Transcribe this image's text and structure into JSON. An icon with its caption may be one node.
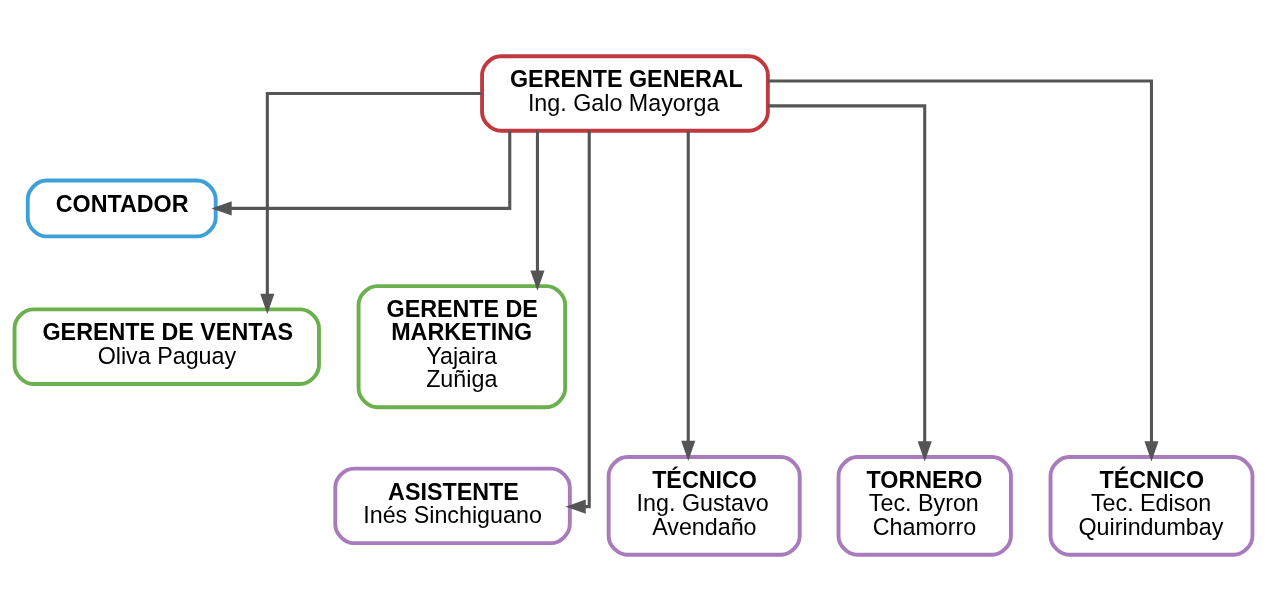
{
  "diagram": {
    "nodes": [
      {
        "text": [
          "GERENTE GENERAL",
          "Ing. Galo Mayorga"
        ]
      },
      {
        "text": [
          "CONTADOR"
        ]
      },
      {
        "text": [
          "GERENTE DE VENTAS",
          "Oliva Paguay"
        ]
      },
      {
        "text": [
          "GERENTE DE MARKETING",
          "Yajaira Zuñiga"
        ]
      },
      {
        "text": [
          "ASISTENTE",
          "Inés Sinchiguano"
        ]
      },
      {
        "text": [
          "TÉCNICO",
          "Ing. Gustavo Avendaño"
        ]
      },
      {
        "text": [
          "TORNERO",
          "Tec. Byron Chamorro"
        ]
      },
      {
        "text": [
          "TÉCNICO",
          "Tec. Edison Quirindumbay"
        ]
      }
    ],
    "edges": [
      {
        "from": 0,
        "to": 1,
        "arrow": "to"
      },
      {
        "from": 0,
        "to": 2,
        "arrow": "to"
      },
      {
        "from": 0,
        "to": 3,
        "arrow": "to"
      },
      {
        "from": 0,
        "to": 4,
        "arrow": "to"
      },
      {
        "from": 0,
        "to": 5,
        "arrow": "to"
      },
      {
        "from": 0,
        "to": 6,
        "arrow": "to"
      },
      {
        "from": 0,
        "to": 7,
        "arrow": "to"
      }
    ]
  }
}
